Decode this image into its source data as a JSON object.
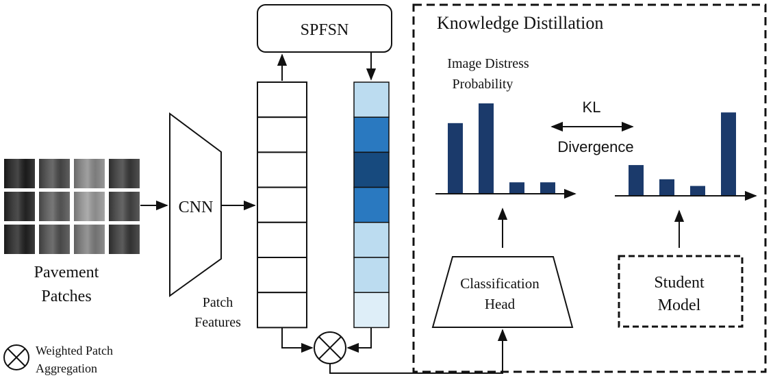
{
  "pavement": {
    "label_line1": "Pavement",
    "label_line2": "Patches",
    "patch_tones": [
      [
        "#1e1e1e",
        "#4a4a4a",
        "#8a8a8a",
        "#3a3a3a"
      ],
      [
        "#262626",
        "#5a5a5a",
        "#9a9a9a",
        "#444444"
      ],
      [
        "#222222",
        "#505050",
        "#7e7e7e",
        "#383838"
      ]
    ]
  },
  "cnn": {
    "label": "CNN"
  },
  "patch_features": {
    "label_line1": "Patch",
    "label_line2": "Features",
    "cell_count": 7
  },
  "spfsn": {
    "label": "SPFSN",
    "weight_colors": [
      "#bcdcf0",
      "#2a79c0",
      "#174a7e",
      "#2a79c0",
      "#bcdcf0",
      "#bcdcf0",
      "#deeef8"
    ]
  },
  "legend": {
    "symbol": "aggregation-otimes-icon",
    "label_line1": "Weighted Patch",
    "label_line2": "Aggregation"
  },
  "knowledge_distillation": {
    "title": "Knowledge Distillation",
    "probability_label_line1": "Image Distress",
    "probability_label_line2": "Probability",
    "kl_label": "KL",
    "divergence_label": "Divergence",
    "classification_head_line1": "Classification",
    "classification_head_line2": "Head",
    "student_model_line1": "Student",
    "student_model_line2": "Model",
    "bar_color": "#1b3a6b",
    "teacher_bars": [
      0.78,
      1.0,
      0.12,
      0.12
    ],
    "student_bars": [
      0.36,
      0.19,
      0.11,
      0.99
    ]
  }
}
